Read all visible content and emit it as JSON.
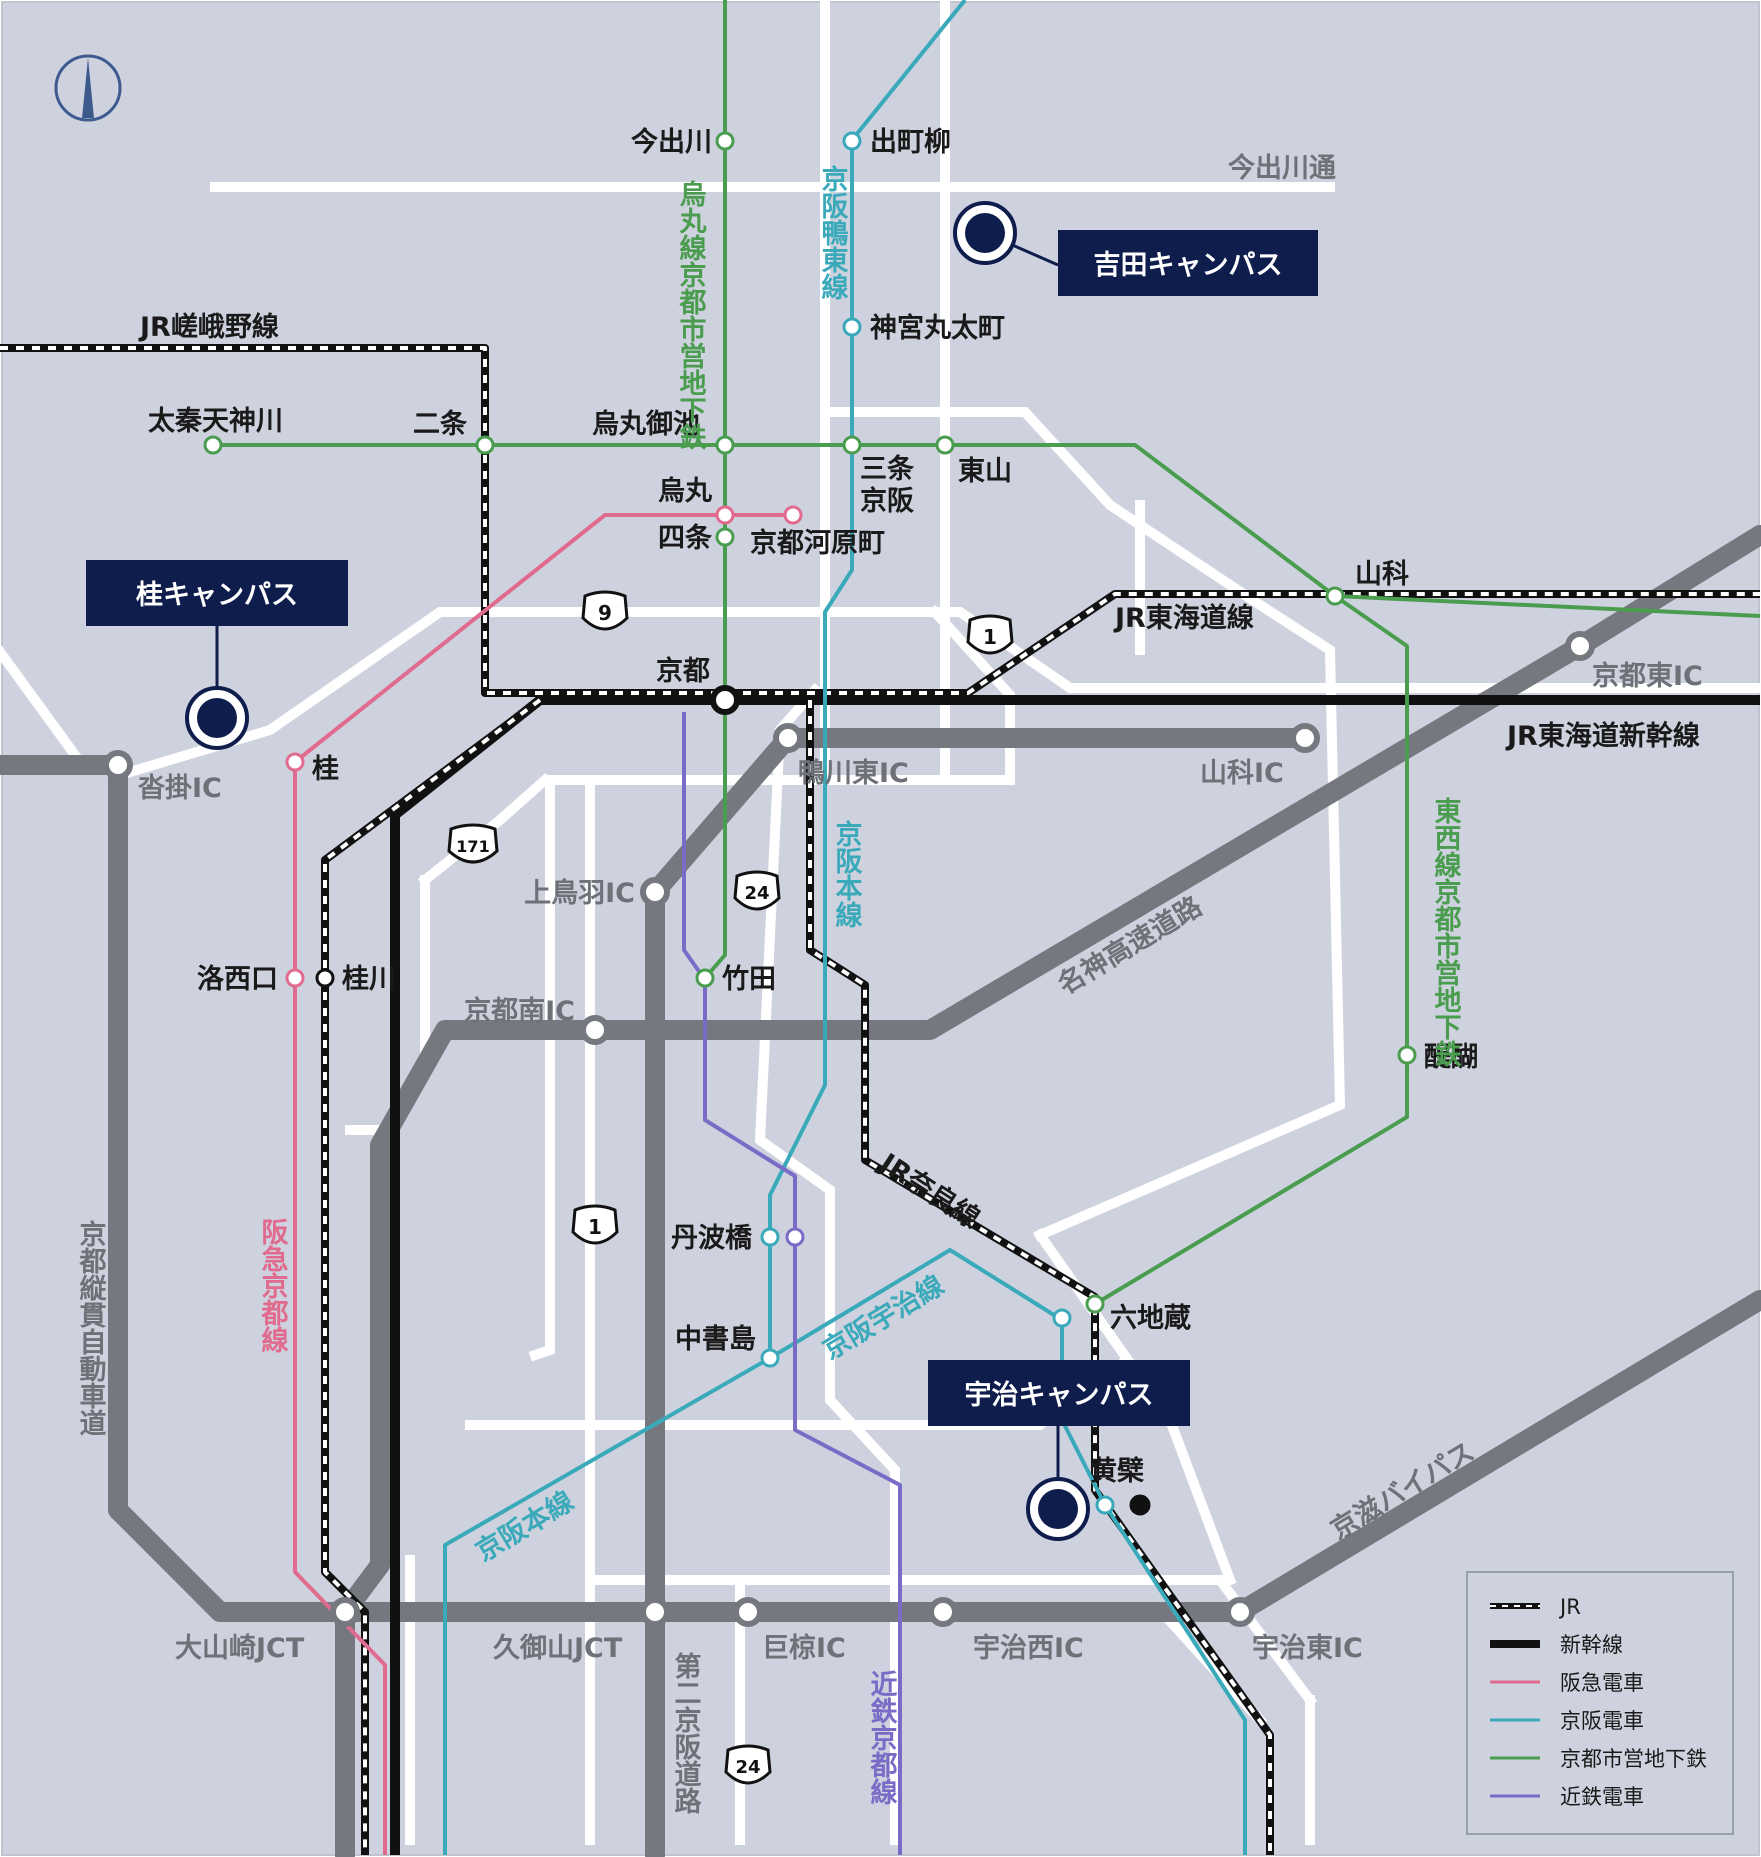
{
  "campuses": {
    "yoshida": "吉田キャンパス",
    "katsura": "桂キャンパス",
    "uji": "宇治キャンパス"
  },
  "stations": {
    "imadegawa": "今出川",
    "demachiyanagi": "出町柳",
    "jingu_marutamachi": "神宮丸太町",
    "uzumasa_tenjingawa": "太秦天神川",
    "nijo": "二条",
    "karasuma_oike": "烏丸御池",
    "sanjo_keihan_1": "三条",
    "sanjo_keihan_2": "京阪",
    "higashiyama": "東山",
    "karasuma": "烏丸",
    "shijo": "四条",
    "kyoto_kawaramachi": "京都河原町",
    "yamashina": "山科",
    "kyoto": "京都",
    "katsura": "桂",
    "rakusaiguchi": "洛西口",
    "katsuragawa": "桂川",
    "takeda": "竹田",
    "daigo": "醍醐",
    "tambabashi": "丹波橋",
    "chushojima": "中書島",
    "rokujizo": "六地蔵",
    "obaku": "黄檗"
  },
  "roads": {
    "imadegawa_dori": "今出川通",
    "kyoto_higashi_ic": "京都東IC",
    "kutsukake_ic": "沓掛IC",
    "kamogawa_higashi_ic": "鴨川東IC",
    "yamashina_ic": "山科IC",
    "kamitoba_ic": "上鳥羽IC",
    "kyoto_minami_ic": "京都南IC",
    "meishin": "名神高速道路",
    "keiji_bypass": "京滋バイパス",
    "oyamazaki_jct": "大山崎JCT",
    "kumiyama_jct": "久御山JCT",
    "ogura_ic": "巨椋IC",
    "uji_nishi_ic": "宇治西IC",
    "uji_higashi_ic": "宇治東IC",
    "kyoto_jukan": "京都縦貫自動車道",
    "daini_keihan": "第二京阪道路"
  },
  "lines": {
    "jr_sagano": "JR嵯峨野線",
    "jr_tokaido": "JR東海道線",
    "jr_shinkansen": "JR東海道新幹線",
    "jr_nara": "JR奈良線",
    "karasuma_line": "烏丸線京都市営地下鉄",
    "keihan_oto": "京阪鴨東線",
    "tozai_line": "東西線京都市営地下鉄",
    "keihan_honsen_1": "京阪本線",
    "keihan_honsen_2": "京阪本線",
    "keihan_uji": "京阪宇治線",
    "hankyu_kyoto": "阪急京都線",
    "kintetsu_kyoto": "近鉄京都線"
  },
  "route_numbers": [
    "9",
    "1",
    "171",
    "24",
    "1",
    "24"
  ],
  "legend": {
    "items": [
      {
        "label": "JR",
        "color": "#111111",
        "style": "dashed"
      },
      {
        "label": "新幹線",
        "color": "#111111",
        "style": "thick"
      },
      {
        "label": "阪急電車",
        "color": "#e06b8e",
        "style": "line"
      },
      {
        "label": "京阪電車",
        "color": "#3aaabb",
        "style": "line"
      },
      {
        "label": "京都市営地下鉄",
        "color": "#4a9d4f",
        "style": "line"
      },
      {
        "label": "近鉄電車",
        "color": "#7a6cc6",
        "style": "line"
      }
    ]
  },
  "colors": {
    "background": "#ced2de",
    "highway": "#75787e",
    "street": "#ffffff",
    "campus": "#0e1d4c",
    "hankyu": "#e06b8e",
    "keihan": "#3aaabb",
    "subway": "#4a9d4f",
    "kintetsu": "#7a6cc6",
    "jr": "#111111"
  },
  "north_arrow": "north-arrow-icon"
}
